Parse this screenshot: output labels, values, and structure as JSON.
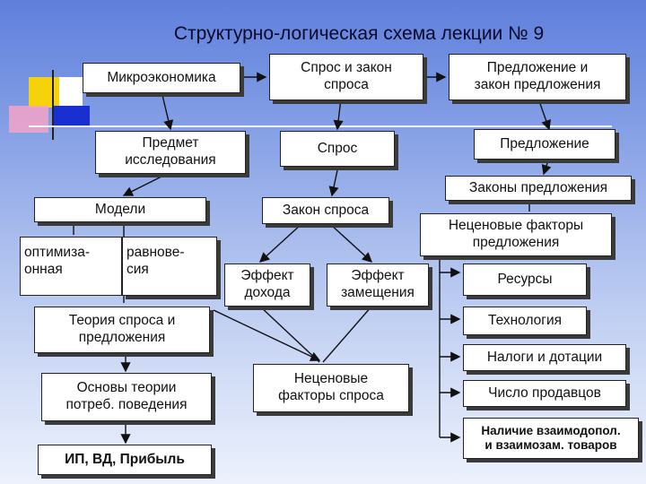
{
  "title": "Структурно-логическая схема лекции № 9",
  "colors": {
    "background_top": "#5f7fdc",
    "background_bottom": "#ecf1fc",
    "box_fill": "#ffffff",
    "deco_yellow": "#f5d20a",
    "deco_blue": "#1a2fd0",
    "deco_pink": "#f4a3c7"
  },
  "left_column": {
    "micro": "Микроэкономика",
    "subject": "Предмет\nисследования",
    "models": "Модели",
    "optim": "оптимиза-\nонная",
    "equil": "равнове-\nсия",
    "theory": "Теория спроса и\nпредложения",
    "basics": "Основы теории\nпотреб. поведения",
    "profit": "ИП, ВД, Прибыль"
  },
  "middle_column": {
    "demand_law_top": "Спрос и закон\nспроса",
    "demand": "Спрос",
    "law_demand": "Закон спроса",
    "income_effect": "Эффект\nдохода",
    "substitution_effect": "Эффект\nзамещения",
    "nonprice_demand": "Неценовые\nфакторы спроса"
  },
  "right_column": {
    "supply_law_top": "Предложение и\nзакон предложения",
    "supply": "Предложение",
    "laws_supply": "Законы предложения",
    "nonprice_supply": "Неценовые факторы\nпредложения",
    "resources": "Ресурсы",
    "technology": "Технология",
    "taxes": "Налоги и дотации",
    "sellers": "Число продавцов",
    "related": "Наличие взаимодопол.\nи взаимозам. товаров"
  }
}
